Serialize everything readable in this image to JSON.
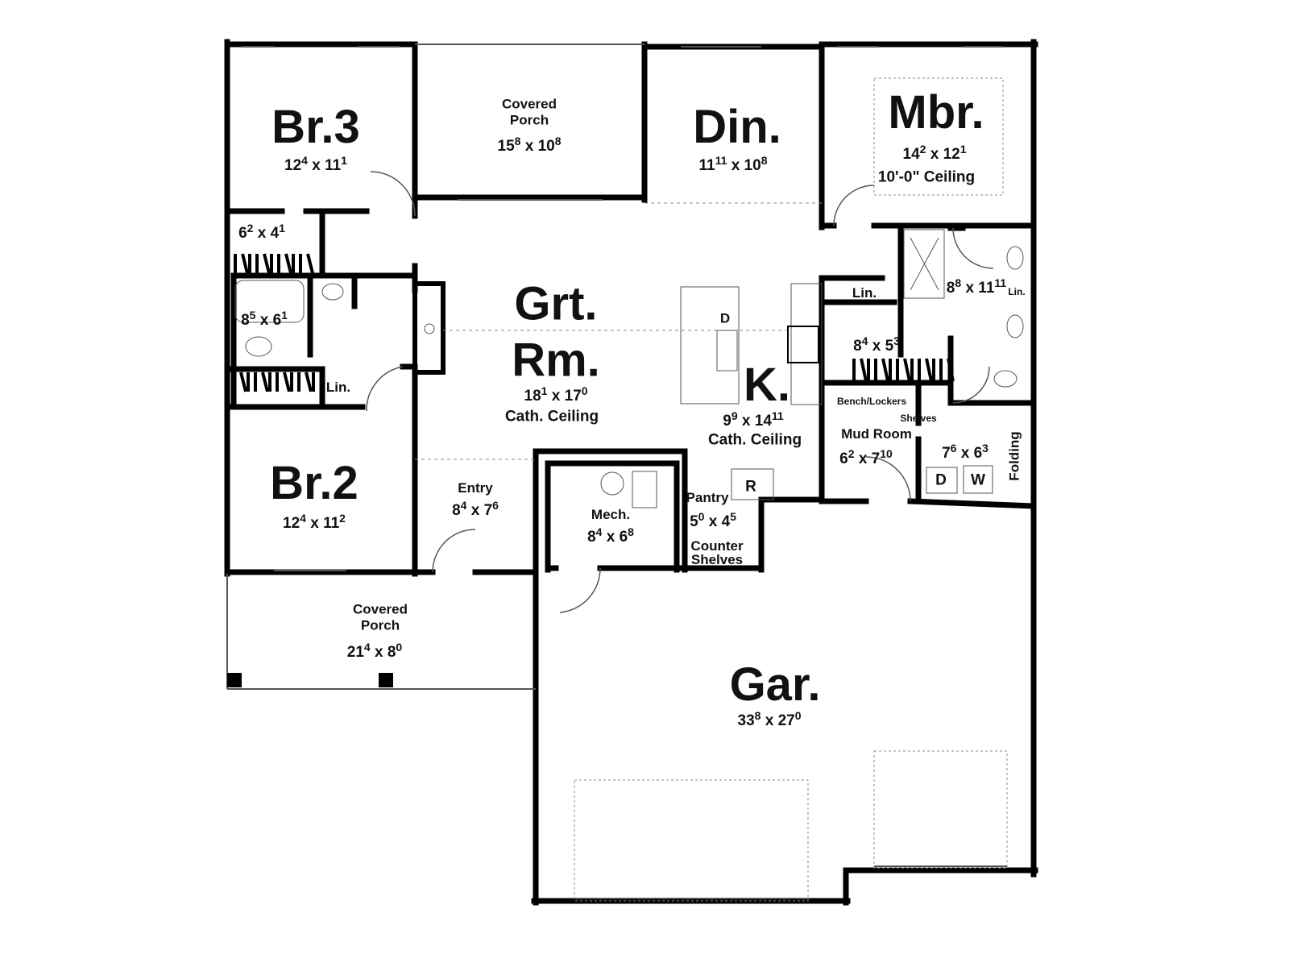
{
  "rooms": [
    {
      "id": "br3",
      "name": "Br.3",
      "dims": {
        "w": "12",
        "wi": "4",
        "d": "11",
        "di": "1"
      }
    },
    {
      "id": "porch-top",
      "name": "Covered\nPorch",
      "dims": {
        "w": "15",
        "wi": "8",
        "d": "10",
        "di": "8"
      }
    },
    {
      "id": "din",
      "name": "Din.",
      "dims": {
        "w": "11",
        "wi": "11",
        "d": "10",
        "di": "8"
      }
    },
    {
      "id": "mbr",
      "name": "Mbr.",
      "dims": {
        "w": "14",
        "wi": "2",
        "d": "12",
        "di": "1"
      },
      "note": "10'-0\" Ceiling"
    },
    {
      "id": "closet-br3",
      "name": "",
      "dims": {
        "w": "6",
        "wi": "2",
        "d": "4",
        "di": "1"
      }
    },
    {
      "id": "bath2",
      "name": "",
      "dims": {
        "w": "8",
        "wi": "5",
        "d": "6",
        "di": "1"
      }
    },
    {
      "id": "lin-hall",
      "name": "Lin."
    },
    {
      "id": "grt",
      "name": "Grt.\nRm.",
      "dims": {
        "w": "18",
        "wi": "1",
        "d": "17",
        "di": "0"
      },
      "note": "Cath. Ceiling"
    },
    {
      "id": "kit",
      "name": "K.",
      "dims": {
        "w": "9",
        "wi": "9",
        "d": "14",
        "di": "11"
      },
      "note": "Cath. Ceiling"
    },
    {
      "id": "br2",
      "name": "Br.2",
      "dims": {
        "w": "12",
        "wi": "4",
        "d": "11",
        "di": "2"
      }
    },
    {
      "id": "entry",
      "name": "Entry",
      "dims": {
        "w": "8",
        "wi": "4",
        "d": "7",
        "di": "6"
      }
    },
    {
      "id": "mech",
      "name": "Mech.",
      "dims": {
        "w": "8",
        "wi": "4",
        "d": "6",
        "di": "8"
      }
    },
    {
      "id": "pantry",
      "name": "Pantry",
      "dims": {
        "w": "5",
        "wi": "0",
        "d": "4",
        "di": "5"
      }
    },
    {
      "id": "lin-mbr",
      "name": "Lin."
    },
    {
      "id": "mbath",
      "name": "",
      "dims": {
        "w": "8",
        "wi": "8",
        "d": "11",
        "di": "11"
      }
    },
    {
      "id": "lin-mbath",
      "name": "Lin."
    },
    {
      "id": "wic",
      "name": "",
      "dims": {
        "w": "8",
        "wi": "4",
        "d": "5",
        "di": "3"
      }
    },
    {
      "id": "mud",
      "name": "Mud Room",
      "dims": {
        "w": "6",
        "wi": "2",
        "d": "7",
        "di": "10"
      }
    },
    {
      "id": "laundry",
      "name": "",
      "dims": {
        "w": "7",
        "wi": "6",
        "d": "6",
        "di": "3"
      }
    },
    {
      "id": "porch-bottom",
      "name": "Covered\nPorch",
      "dims": {
        "w": "21",
        "wi": "4",
        "d": "8",
        "di": "0"
      }
    },
    {
      "id": "gar",
      "name": "Gar.",
      "dims": {
        "w": "33",
        "wi": "8",
        "d": "27",
        "di": "0"
      }
    }
  ],
  "fixtures": {
    "dishwasher": "D",
    "range": "R",
    "dryer": "D",
    "washer": "W",
    "folding": "Folding",
    "bench": "Bench/Lockers",
    "shelves": "Shelves",
    "counter_shelves": "Counter\nShelves"
  },
  "colors": {
    "wall": "#000000",
    "thin": "#555555",
    "dash": "#888888"
  }
}
